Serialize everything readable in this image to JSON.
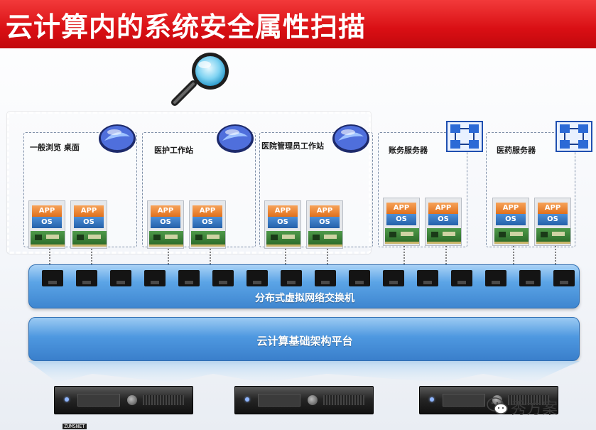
{
  "title": "云计算内的系统安全属性扫描",
  "groups": [
    {
      "label": "一般浏览 桌面",
      "icon": "cloud-icon"
    },
    {
      "label": "医护工作站",
      "icon": "cloud-icon"
    },
    {
      "label": "医院管理员工作站",
      "icon": "cloud-icon"
    },
    {
      "label": "账务服务器",
      "icon": "network-icon"
    },
    {
      "label": "医药服务器",
      "icon": "network-icon"
    }
  ],
  "vm": {
    "app_label": "APP",
    "os_label": "OS"
  },
  "switch": {
    "label": "分布式虚拟网络交换机"
  },
  "platform": {
    "label": "云计算基础架构平台"
  },
  "watermark": {
    "text": "秀方案",
    "small": "ZUMSNET"
  },
  "colors": {
    "title_bar": "#d90f14",
    "switch": "#3e86d0",
    "platform": "#3a7fcb",
    "app": "#e0701c",
    "os": "#2461aa"
  }
}
